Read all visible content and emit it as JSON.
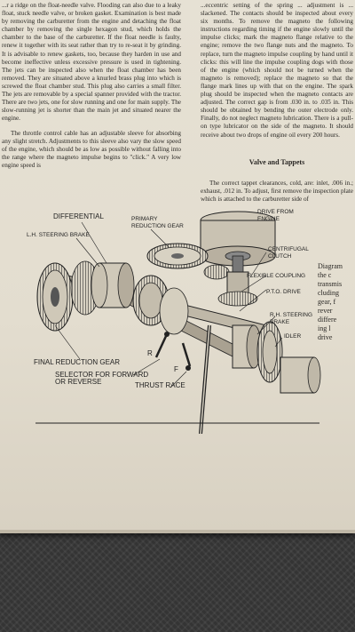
{
  "page": {
    "left_column_top": "...r a ridge on the float-needle valve. Flooding can also due to a leaky float, stuck needle valve, or broken gasket. Examination is best made by removing the carburetter from the engine and detaching the float chamber by removing the single hexagon stud, which holds the chamber to the base of the carburetter. If the float needle is faulty, renew it together with its seat rather than try to re-seat it by grinding. It is advisable to renew gaskets, too, because they harden in use and become ineffective unless excessive pressure is used in tightening. The jets can be inspected also when the float chamber has been removed. They are situated above a knurled brass plug into which is screwed the float chamber stud. This plug also carries a small filter. The jets are removable by a special spanner provided with the tractor. There are two jets, one for slow running and one for main supply. The slow-running jet is shorter than the main jet and situated nearer the engine.",
    "left_column_bottom": "The throttle control cable has an adjustable sleeve for absorbing any slight stretch. Adjustments to this sleeve also vary the slow speed of the engine, which should be as low as possible without falling into the range where the magneto impulse begins to \"click.\" A very low engine speed is",
    "right_column_top": "...eccentric setting of the spring ... adjustment is ... slackened. The contacts should be inspected about every six months. To remove the magneto the following instructions regarding timing if the engine slowly until the impulse clicks; mark the magneto flange relative to the engine; remove the two flange nuts and the magneto. To replace, turn the magneto impulse coupling by hand until it clicks: this will line the impulse coupling dogs with those of the engine (which should not be turned when the magneto is removed); replace the magneto so that the flange mark lines up with that on the engine. The spark plug should be inspected when the magneto contacts are adjusted. The correct gap is from .030 in. to .035 in. This should be obtained by bending the outer electrode only. Finally, do not neglect magneto lubrication. There is a pull-on type lubricator on the side of the magneto. It should receive about two drops of engine oil every 200 hours.",
    "section_heading": "Valve and Tappets",
    "right_column_bottom": "The correct tappet clearances, cold, are: inlet, .006 in.; exhaust, .012 in. To adjust, first remove the inspection plate which is attached to the carburetter side of",
    "side_caption": [
      "Diagram",
      "the c",
      "transmis",
      "cluding",
      "gear, f",
      "rever",
      "differe",
      "ing l",
      "drive"
    ]
  },
  "diagram": {
    "labels": {
      "drive_from_engine": "DRIVE FROM\nENGINE",
      "differential": "DIFFERENTIAL",
      "primary_reduction_gear": "PRIMARY\nREDUCTION GEAR",
      "lh_steering_brake": "L.H. STEERING BRAKE",
      "centrifugal_clutch": "CENTRIFUGAL\nCLUTCH",
      "flexible_coupling": "FLEXIBLE COUPLING",
      "pto_drive": "P.T.O. DRIVE",
      "rh_steering_brake": "R.H. STEERING\nBRAKE",
      "idler": "IDLER",
      "final_reduction_gear": "FINAL REDUCTION GEAR",
      "selector": "SELECTOR FOR FORWARD\nOR REVERSE",
      "thrust_race": "THRUST RACE",
      "letter_r": "R",
      "letter_f": "F"
    }
  }
}
